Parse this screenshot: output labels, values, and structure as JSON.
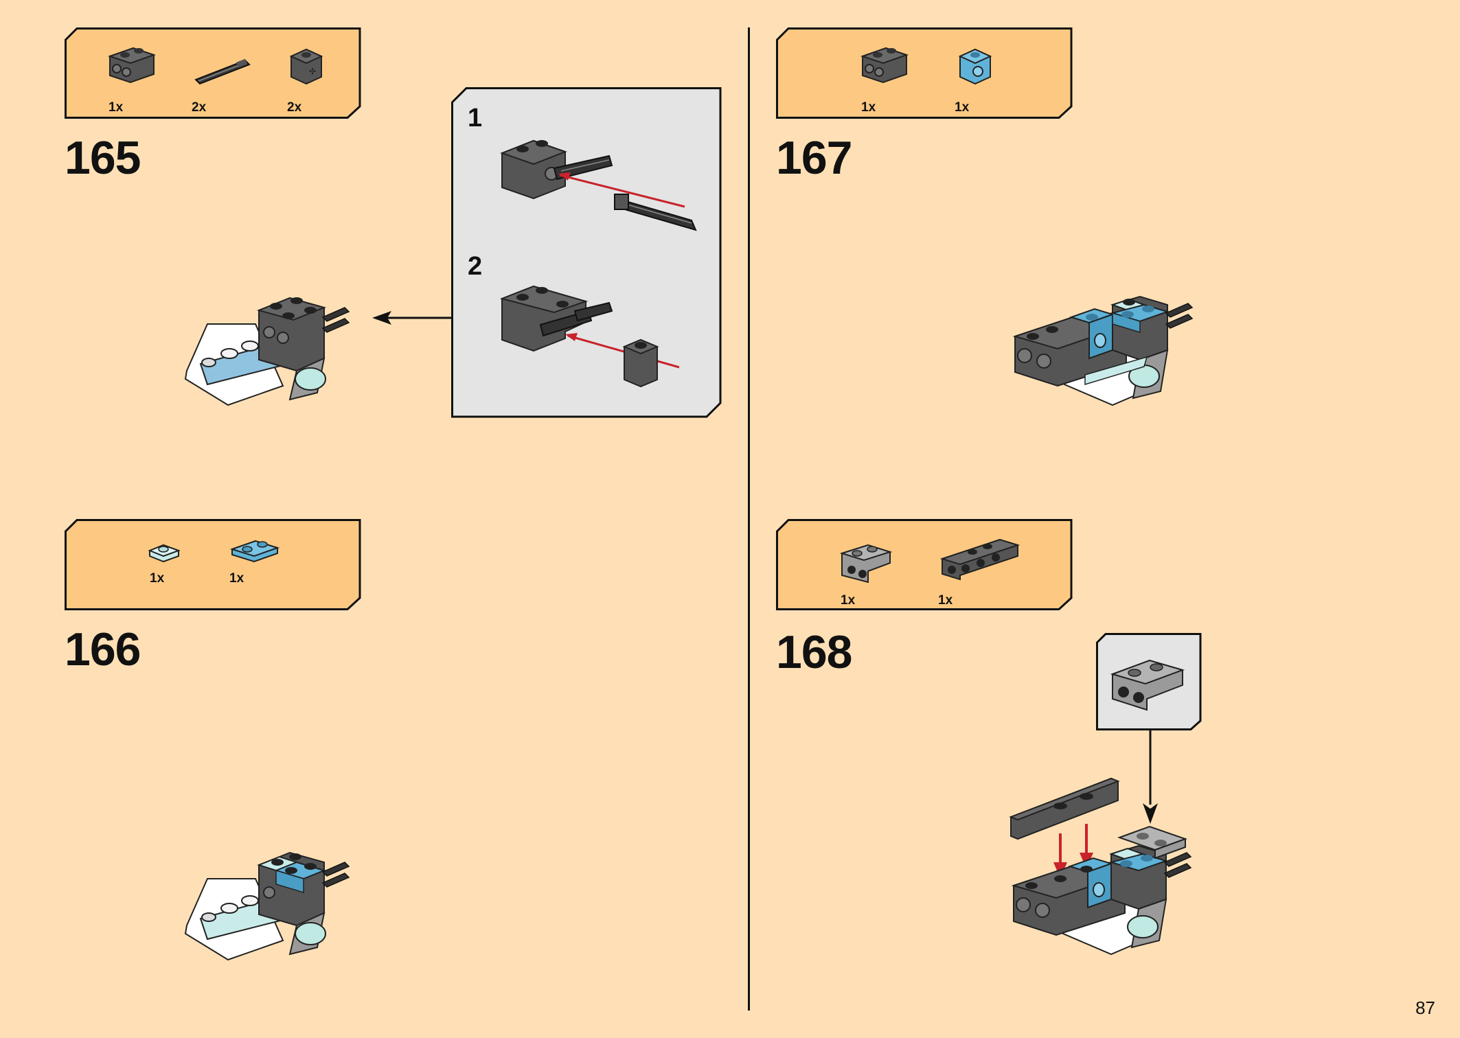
{
  "page_number": "87",
  "steps": [
    {
      "number": "165",
      "parts": [
        {
          "icon": "technic-brick-1x2-dark-gray",
          "qty": "1x"
        },
        {
          "icon": "axle-black",
          "qty": "2x"
        },
        {
          "icon": "technic-brick-1x1-dark-gray",
          "qty": "2x"
        }
      ],
      "subassembly": {
        "substeps": [
          {
            "number": "1"
          },
          {
            "number": "2"
          }
        ]
      }
    },
    {
      "number": "166",
      "parts": [
        {
          "icon": "plate-1x1-light-aqua",
          "qty": "1x"
        },
        {
          "icon": "plate-1x2-medium-azure",
          "qty": "1x"
        }
      ]
    },
    {
      "number": "167",
      "parts": [
        {
          "icon": "technic-brick-1x2-dark-gray",
          "qty": "1x"
        },
        {
          "icon": "technic-brick-1x1-medium-azure",
          "qty": "1x"
        }
      ]
    },
    {
      "number": "168",
      "parts": [
        {
          "icon": "bracket-1x2-light-gray",
          "qty": "1x"
        },
        {
          "icon": "bracket-1x4-dark-gray",
          "qty": "1x"
        }
      ],
      "callout": {
        "icon": "bracket-1x2-light-gray"
      }
    }
  ],
  "colors": {
    "background": "#ffe0b6",
    "parts_box": "#fdc982",
    "callout_bg": "#e4e4e4",
    "dark_gray": "#5a5a5a",
    "black": "#222222",
    "medium_azure": "#5fb3d9",
    "light_aqua": "#c9ecea",
    "white": "#ffffff",
    "arrow_red": "#c8232c"
  }
}
